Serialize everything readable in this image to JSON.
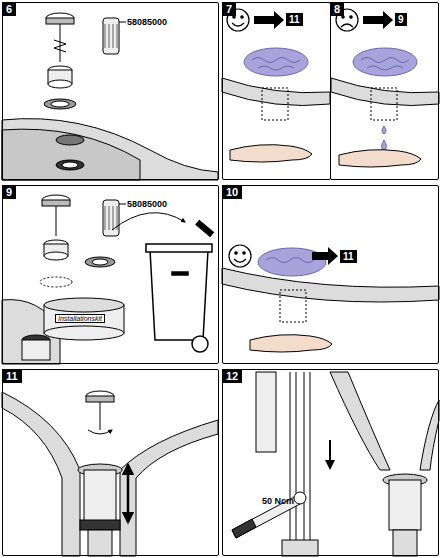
{
  "diagram": {
    "nodes": [
      {
        "text": [
          "6"
        ]
      },
      {
        "text": [
          "7"
        ]
      },
      {
        "text": [
          "8"
        ]
      },
      {
        "text": [
          "9"
        ]
      },
      {
        "text": [
          "10"
        ]
      },
      {
        "text": [
          "11"
        ]
      },
      {
        "text": [
          "12"
        ]
      }
    ],
    "labels": [
      "58085000",
      "11",
      "9",
      "58085000",
      "Installationskit",
      "11",
      "50 Ncm"
    ]
  }
}
